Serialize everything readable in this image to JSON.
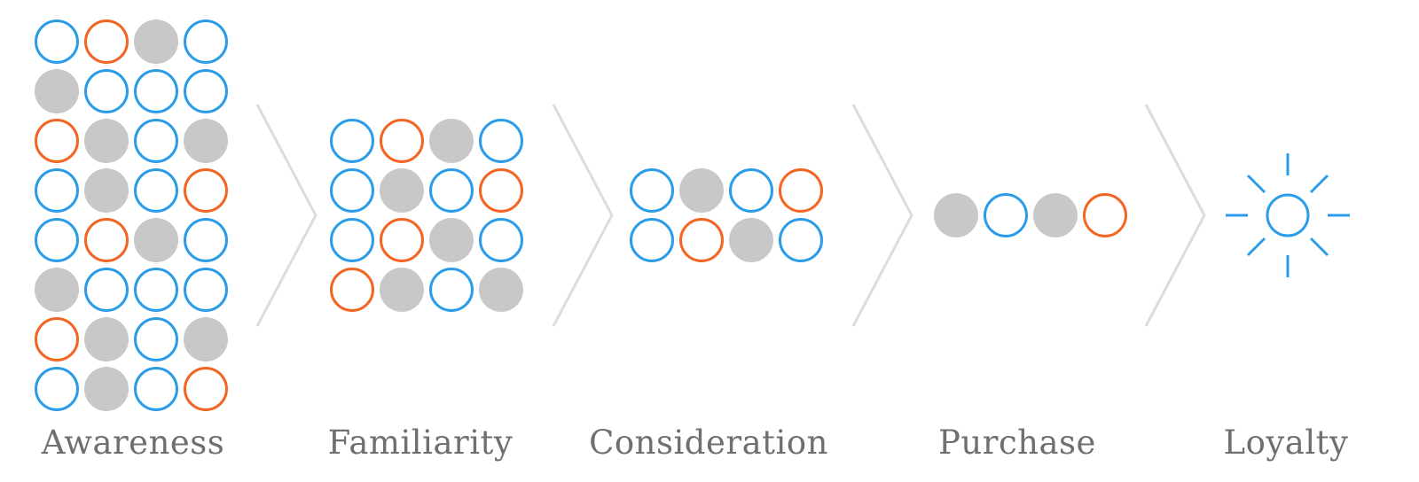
{
  "colors": {
    "blue": "#2b9de8",
    "orange": "#f26522",
    "gray": "#c8c8c8",
    "chevron": "#dcdcdc",
    "label": "#6f6f6f"
  },
  "stages": [
    {
      "label": "Awareness",
      "grid": [
        [
          "blue",
          "orange",
          "gray",
          "blue"
        ],
        [
          "gray",
          "blue",
          "blue",
          "blue"
        ],
        [
          "orange",
          "gray",
          "blue",
          "gray"
        ],
        [
          "blue",
          "gray",
          "blue",
          "orange"
        ],
        [
          "blue",
          "orange",
          "gray",
          "blue"
        ],
        [
          "gray",
          "blue",
          "blue",
          "blue"
        ],
        [
          "orange",
          "gray",
          "blue",
          "gray"
        ],
        [
          "blue",
          "gray",
          "blue",
          "orange"
        ]
      ]
    },
    {
      "label": "Familiarity",
      "grid": [
        [
          "blue",
          "orange",
          "gray",
          "blue"
        ],
        [
          "blue",
          "gray",
          "blue",
          "orange"
        ],
        [
          "blue",
          "orange",
          "gray",
          "blue"
        ],
        [
          "orange",
          "gray",
          "blue",
          "gray"
        ]
      ]
    },
    {
      "label": "Consideration",
      "grid": [
        [
          "blue",
          "gray",
          "blue",
          "orange"
        ],
        [
          "blue",
          "orange",
          "gray",
          "blue"
        ]
      ]
    },
    {
      "label": "Purchase",
      "grid": [
        [
          "gray",
          "blue",
          "gray",
          "orange"
        ]
      ]
    },
    {
      "label": "Loyalty",
      "icon": "sun-icon"
    }
  ]
}
